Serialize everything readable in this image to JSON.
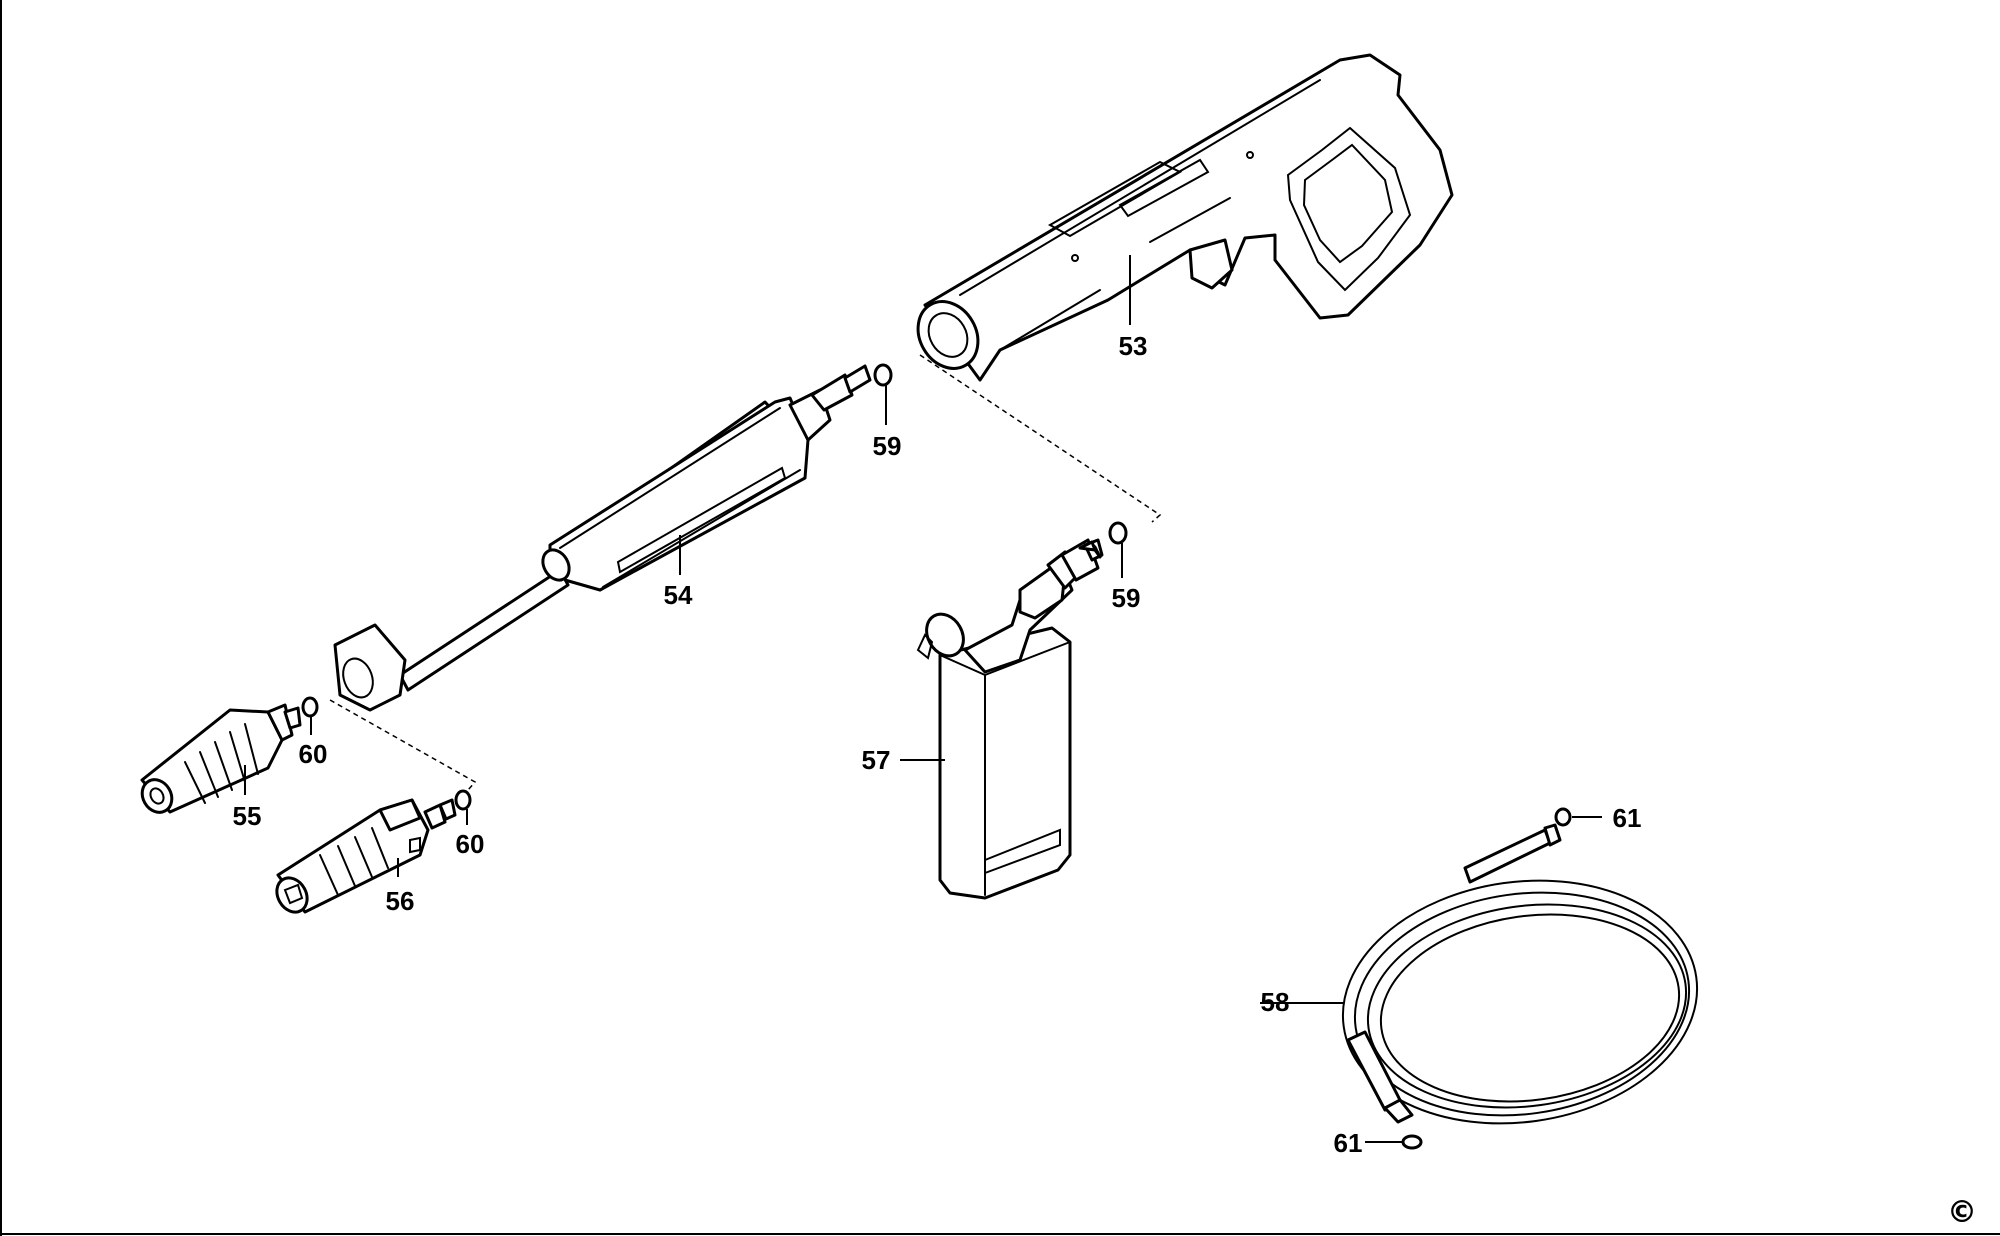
{
  "labels": {
    "p53": "53",
    "p54": "54",
    "p55": "55",
    "p56": "56",
    "p57": "57",
    "p58": "58",
    "p59a": "59",
    "p59b": "59",
    "p60a": "60",
    "p60b": "60",
    "p61a": "61",
    "p61b": "61"
  },
  "copyright": "©"
}
